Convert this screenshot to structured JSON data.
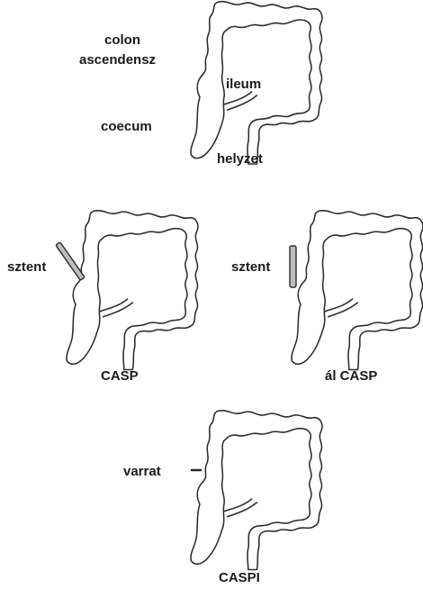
{
  "panels": {
    "top": {
      "labels": {
        "colon": "colon",
        "ascendensz": "ascendensz",
        "ileum": "ileum",
        "coecum": "coecum",
        "helyzet": "helyzet"
      }
    },
    "casp": {
      "side_label": "sztent",
      "caption": "CASP"
    },
    "al_casp": {
      "side_label": "sztent",
      "caption": "ál CASP"
    },
    "caspi": {
      "side_label": "varrat",
      "caption": "CASPI"
    }
  },
  "colors": {
    "outline": "#2b2b2b",
    "stent_fill": "#bdbdbd",
    "text": "#1a1a1a"
  }
}
